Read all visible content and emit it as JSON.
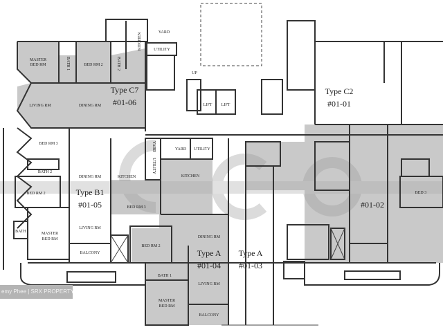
{
  "watermark": {
    "credit": "emy Phee | SRX PROPERTY",
    "logo": "SRX"
  },
  "units": [
    {
      "type": "Type C7",
      "number": "#01-06"
    },
    {
      "type": "Type C2",
      "number": "#01-01"
    },
    {
      "type": "Type B1",
      "number": "#01-05"
    },
    {
      "type": "Type A",
      "number": "#01-04"
    },
    {
      "type": "Type A",
      "number": "#01-03"
    },
    {
      "number": "#01-02"
    }
  ],
  "rooms": {
    "c7_master": [
      "MASTER",
      "BED RM"
    ],
    "c7_bath1": "BATH 1",
    "c7_bed2": "BED RM 2",
    "c7_bath2": "BATH 2",
    "c7_kitchen": "KITCHEN",
    "c7_living": "LIVING RM",
    "c7_dining": "DINING RM",
    "yard_top": "YARD",
    "utility_top": "UTILITY",
    "up": "UP",
    "lift1": "LIFT",
    "lift2": "LIFT",
    "b1_bed3": "BED RM 3",
    "b1_bath2": "BATH 2",
    "b1_bed2": "BED RM 2",
    "b1_dining": "DINING RM",
    "b1_kitchen": "KITCHEN",
    "b1_living": "LIVING RM",
    "b1_master": [
      "MASTER",
      "BED RM"
    ],
    "b1_bath": "BATH",
    "b1_balcony": "BALCONY",
    "a4_yard": "YARD",
    "a4_utility": "UTILITY",
    "a4_kitchen": "KITCHEN",
    "a4_util_v": "UTILITY",
    "a4_yard_v": "YARD",
    "a4_bed3": "BED RM 3",
    "a4_bed2": "BED RM 2",
    "a4_dining": "DINING RM",
    "a4_living": "LIVING RM",
    "a4_bath1": "BATH 1",
    "a4_master": [
      "MASTER",
      "BED RM"
    ],
    "a4_balcony": "BALCONY",
    "u02_bed": "BED 3"
  },
  "colors": {
    "shaded": "#c9c9c9",
    "walls": "#333333",
    "watermark_bar": "#b4b4b4"
  }
}
